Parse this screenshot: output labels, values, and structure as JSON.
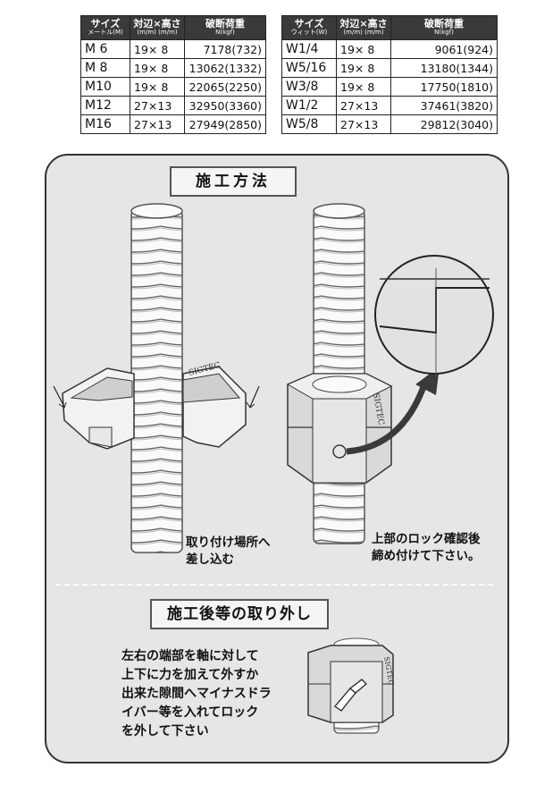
{
  "table_metric": {
    "headers": {
      "size": "サイズ",
      "size_unit": "メートル(M)",
      "dim": "対辺×高さ",
      "dim_unit": "(m/m) (m/m)",
      "load": "破断荷重",
      "load_unit": "N(kgf)"
    },
    "rows": [
      {
        "size": "M 6",
        "dim": "19× 8",
        "load": "7178(732)"
      },
      {
        "size": "M 8",
        "dim": "19× 8",
        "load": "13062(1332)"
      },
      {
        "size": "M10",
        "dim": "19× 8",
        "load": "22065(2250)"
      },
      {
        "size": "M12",
        "dim": "27×13",
        "load": "32950(3360)"
      },
      {
        "size": "M16",
        "dim": "27×13",
        "load": "27949(2850)"
      }
    ]
  },
  "table_whit": {
    "headers": {
      "size": "サイズ",
      "size_unit": "ウィット(W)",
      "dim": "対辺×高さ",
      "dim_unit": "(m/m) (m/m)",
      "load": "破断荷重",
      "load_unit": "N(kgf)"
    },
    "rows": [
      {
        "size": "W1/4",
        "dim": "19× 8",
        "load": "9061(924)"
      },
      {
        "size": "W5/16",
        "dim": "19× 8",
        "load": "13180(1344)"
      },
      {
        "size": "W3/8",
        "dim": "19× 8",
        "load": "17750(1810)"
      },
      {
        "size": "W1/2",
        "dim": "27×13",
        "load": "37461(3820)"
      },
      {
        "size": "W5/8",
        "dim": "27×13",
        "load": "29812(3040)"
      }
    ]
  },
  "section1": {
    "title": "施工方法",
    "caption_left": [
      "取り付け場所へ",
      "差し込む"
    ],
    "caption_right": [
      "上部のロック確認後",
      "締め付けて下さい。"
    ]
  },
  "section2": {
    "title": "施工後等の取り外し",
    "instructions": [
      "左右の端部を軸に対して",
      "上下に力を加えて外すか",
      "出来た隙間へマイナスドラ",
      "イバー等を入れてロック",
      "を外して下さい"
    ]
  },
  "brand": "SIGTEC"
}
